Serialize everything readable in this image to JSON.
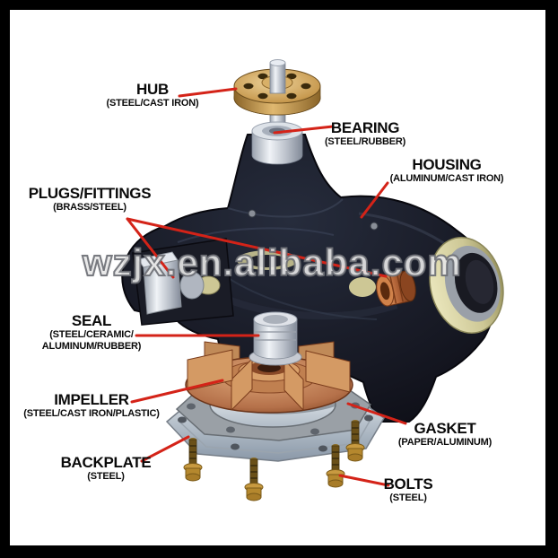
{
  "watermark": {
    "text": "wzjx.en.alibaba.com"
  },
  "colors": {
    "frame": "#000000",
    "background": "#ffffff",
    "leader_line": "#d42318",
    "label_text": "#0a0a0a",
    "housing_body": "#14141c",
    "hub_brass": "#c79a55",
    "impeller_copper": "#b5714a",
    "steel_silver": "#c9ccd4",
    "port_ring_khaki": "#d3cf9e"
  },
  "parts": {
    "hub": {
      "label": "HUB",
      "materials": "(STEEL/CAST IRON)"
    },
    "bearing": {
      "label": "BEARING",
      "materials": "(STEEL/RUBBER)"
    },
    "housing": {
      "label": "HOUSING",
      "materials": "(ALUMINUM/CAST IRON)"
    },
    "plugs_fittings": {
      "label": "PLUGS/FITTINGS",
      "materials": "(BRASS/STEEL)"
    },
    "seal": {
      "label": "SEAL",
      "materials_line1": "(STEEL/CERAMIC/",
      "materials_line2": "ALUMINUM/RUBBER)"
    },
    "impeller": {
      "label": "IMPELLER",
      "materials": "(STEEL/CAST IRON/PLASTIC)"
    },
    "backplate": {
      "label": "BACKPLATE",
      "materials": "(STEEL)"
    },
    "gasket": {
      "label": "GASKET",
      "materials": "(PAPER/ALUMINUM)"
    },
    "bolts": {
      "label": "BOLTS",
      "materials": "(STEEL)"
    }
  }
}
